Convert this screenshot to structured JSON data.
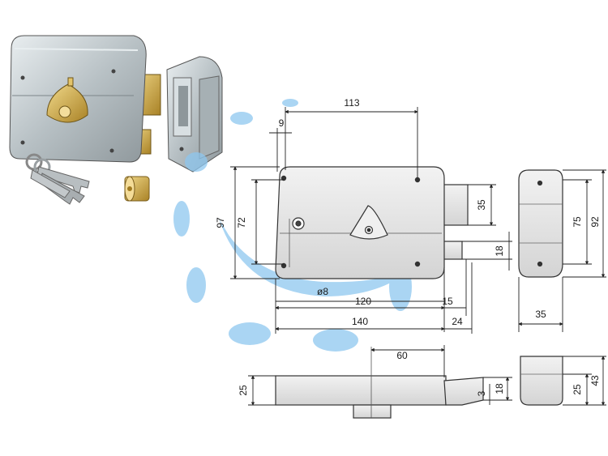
{
  "dimensions": {
    "d113": "113",
    "d9": "9",
    "d97": "97",
    "d72": "72",
    "d35_bolt": "35",
    "d18_latch": "18",
    "d8": "ø8",
    "d120": "120",
    "d15": "15",
    "d140": "140",
    "d24": "24",
    "d75": "75",
    "d92": "92",
    "d35_side": "35",
    "d60": "60",
    "d25_bottom": "25",
    "d3": "3",
    "d18_bottom": "18",
    "d25_side": "25",
    "d43": "43"
  },
  "colors": {
    "drawing_fill": "#e4e4e4",
    "drawing_stroke": "#333333",
    "watermark": "#8ec7ef",
    "brass": "#c9a54a",
    "steel": "#b9c0c4"
  },
  "icons": {
    "keys": "keys-icon",
    "cylinder": "brass-cylinder-icon",
    "lock": "rim-lock-icon",
    "keeper": "strike-keeper-icon"
  }
}
